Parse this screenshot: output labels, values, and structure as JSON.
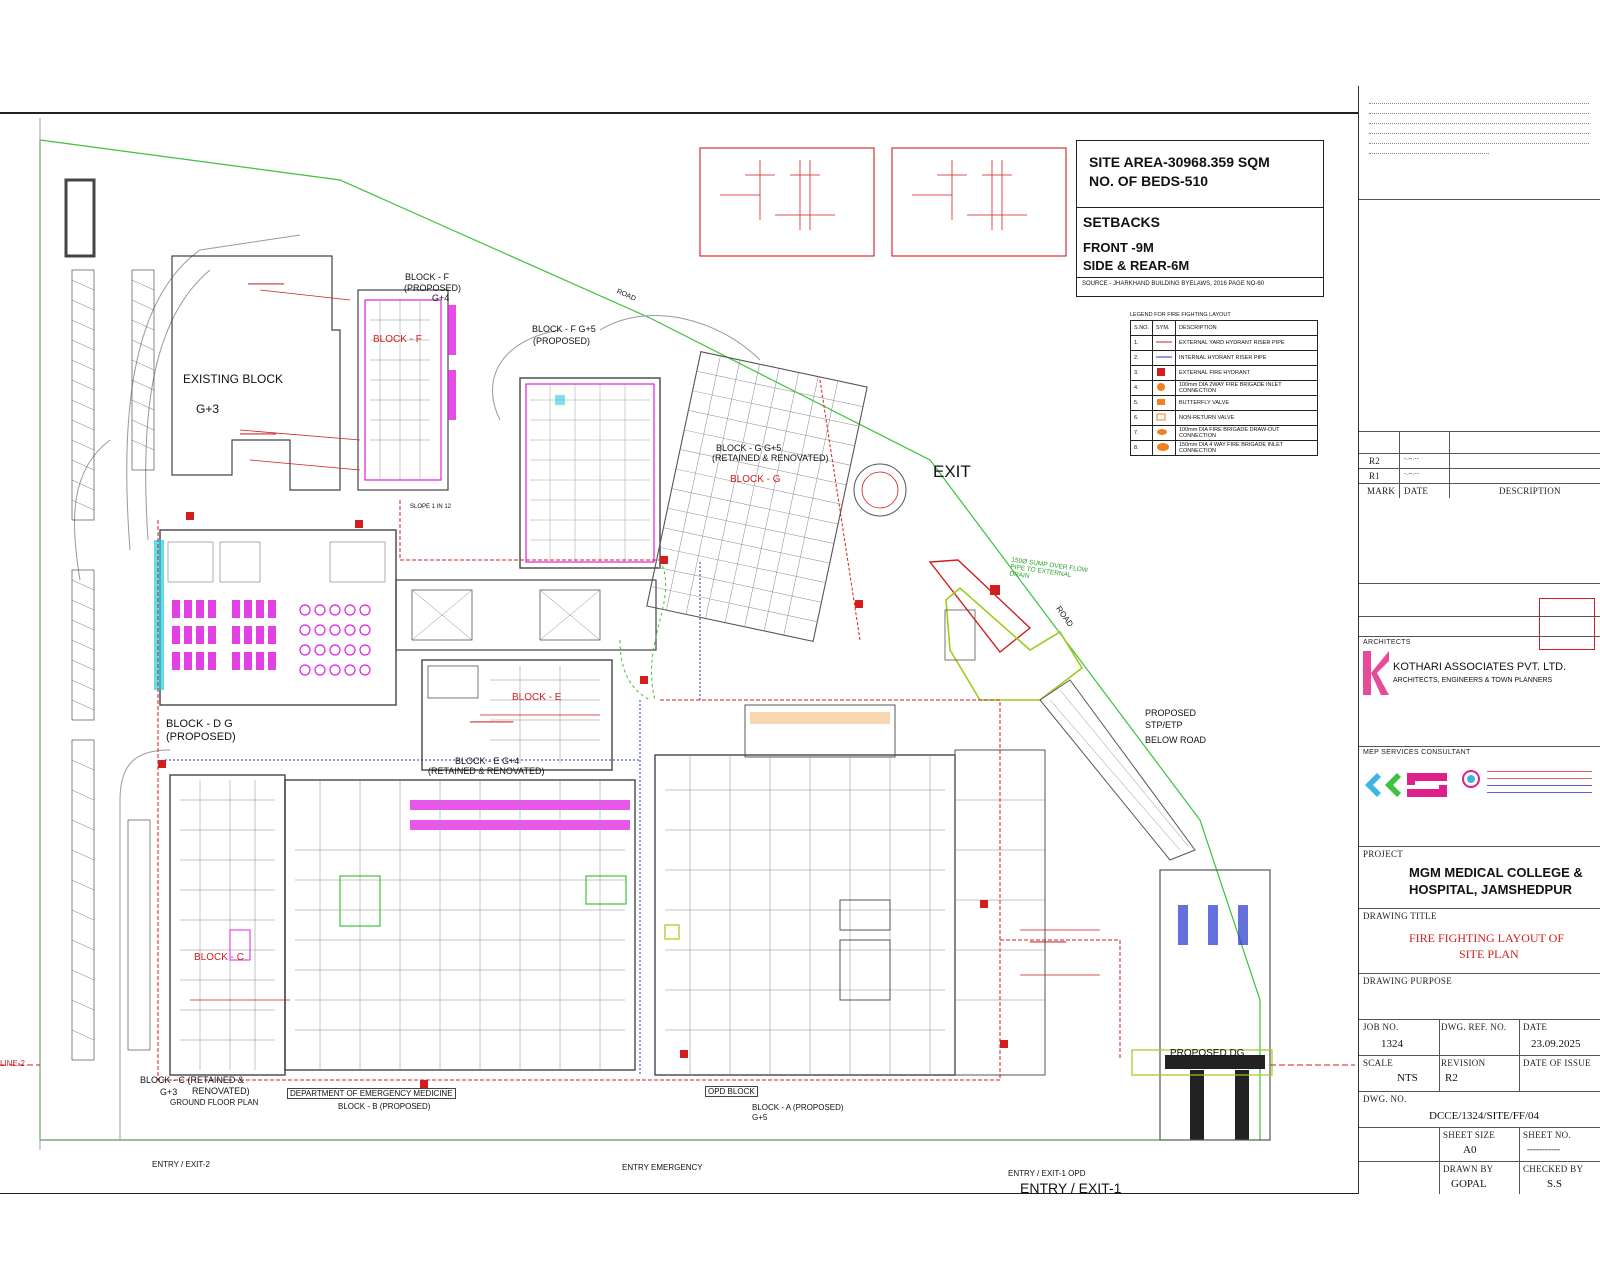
{
  "info": {
    "site_area": "SITE AREA-30968.359 SQM",
    "beds": "NO. OF BEDS-510",
    "setbacks_title": "SETBACKS",
    "front": "FRONT -9M",
    "side_rear": "SIDE & REAR-6M",
    "source": "SOURCE - JHARKHAND BUILDING BYELAWS, 2016 PAGE NO-60"
  },
  "legend": {
    "title": "LEGEND FOR FIRE FIGHTING LAYOUT",
    "header": [
      "S.NO.",
      "SYM.",
      "DESCRIPTION"
    ],
    "rows": [
      {
        "no": "1.",
        "desc": "EXTERNAL YARD HYDRANT RISER PIPE"
      },
      {
        "no": "2.",
        "desc": "INTERNAL HYDRANT RISER PIPE"
      },
      {
        "no": "3.",
        "desc": "EXTERNAL FIRE HYDRANT"
      },
      {
        "no": "4.",
        "desc": "100mm DIA 2WAY FIRE BRIGADE INLET CONNECTION"
      },
      {
        "no": "5.",
        "desc": "BUTTERFLY VALVE"
      },
      {
        "no": "6.",
        "desc": "NON-RETURN VALVE"
      },
      {
        "no": "7.",
        "desc": "100mm DIA FIRE BRIGADE DRAW-OUT CONNECTION"
      },
      {
        "no": "8.",
        "desc": "150mm DIA 4 WAY FIRE BRIGADE INLET CONNECTION"
      }
    ]
  },
  "plan_labels": {
    "existing_block": "EXISTING BLOCK",
    "existing_floors": "G+3",
    "block_f_proposed": "BLOCK - F",
    "proposed": "(PROPOSED)",
    "g4": "G+4",
    "block_f": "BLOCK - F",
    "block_f_g5": "BLOCK - F G+5",
    "block_g": "BLOCK - G G+5",
    "retained_renovated": "(RETAINED & RENOVATED)",
    "block_g_red": "BLOCK - G",
    "exit": "EXIT",
    "road_top": "ROAD",
    "road_right": "ROAD",
    "sump_overflow": "150Ø SUMP OVER FLOW PIPE TO EXTERNAL DRAIN",
    "block_e": "BLOCK - E",
    "block_e_g4": "BLOCK - E G+4",
    "block_d": "BLOCK - D G",
    "block_d_proposed": "(PROPOSED)",
    "block_c_red": "BLOCK - C",
    "block_c": "BLOCK - C (RETAINED &",
    "renovated": "RENOVATED)",
    "g3": "G+3",
    "ground_floor_plan": "GROUND FLOOR PLAN",
    "dept_emergency": "DEPARTMENT OF EMERGENCY MEDICINE",
    "block_b": "BLOCK - B (PROPOSED)",
    "opd_block": "OPD BLOCK",
    "block_a": "BLOCK - A (PROPOSED)",
    "g5": "G+5",
    "proposed_stp": "PROPOSED",
    "stp_etp": "STP/ETP",
    "below_road": "BELOW ROAD",
    "proposed_dg": "PROPOSED DG",
    "entry_exit_2": "ENTRY / EXIT-2",
    "entry_emergency": "ENTRY EMERGENCY",
    "entry_exit_1_opd": "ENTRY / EXIT-1 OPD",
    "entry_exit_1": "ENTRY / EXIT-1",
    "line_2": "LINE-2",
    "slope": "SLOPE 1 IN 12"
  },
  "title_block": {
    "revisions": [
      {
        "mark": "R2",
        "date": "-.--.--"
      },
      {
        "mark": "R1",
        "date": "-.--.--"
      }
    ],
    "rev_header": {
      "mark": "MARK",
      "date": "DATE",
      "desc": "DESCRIPTION"
    },
    "architects_label": "ARCHITECTS",
    "architect_name": "KOTHARI ASSOCIATES PVT. LTD.",
    "architect_sub": "ARCHITECTS, ENGINEERS & TOWN PLANNERS",
    "mep_label": "MEP SERVICES CONSULTANT",
    "project_label": "PROJECT",
    "project_name_1": "MGM MEDICAL COLLEGE &",
    "project_name_2": "HOSPITAL, JAMSHEDPUR",
    "drawing_title_label": "DRAWING TITLE",
    "drawing_title_1": "FIRE FIGHTING LAYOUT OF",
    "drawing_title_2": "SITE PLAN",
    "drawing_purpose_label": "DRAWING PURPOSE",
    "job_no_label": "JOB NO.",
    "job_no": "1324",
    "dwg_ref_label": "DWG. REF. NO.",
    "date_label": "DATE",
    "date": "23.09.2025",
    "scale_label": "SCALE",
    "scale": "NTS",
    "revision_label": "REVISION",
    "revision": "R2",
    "date_issue_label": "DATE OF ISSUE",
    "dwg_no_label": "DWG. NO.",
    "dwg_no": "DCCE/1324/SITE/FF/04",
    "sheet_size_label": "SHEET SIZE",
    "sheet_size": "A0",
    "sheet_no_label": "SHEET NO.",
    "sheet_no": "-----------",
    "drawn_by_label": "DRAWN BY",
    "drawn_by": "GOPAL",
    "checked_by_label": "CHECKED BY",
    "checked_by": "S.S"
  },
  "colors": {
    "magenta": "#e020e0",
    "red": "#d21e1e",
    "green": "#3cc23c",
    "lime": "#9ccc1a",
    "cyan": "#22cfe0",
    "blue": "#2233cc",
    "gray": "#777777"
  }
}
